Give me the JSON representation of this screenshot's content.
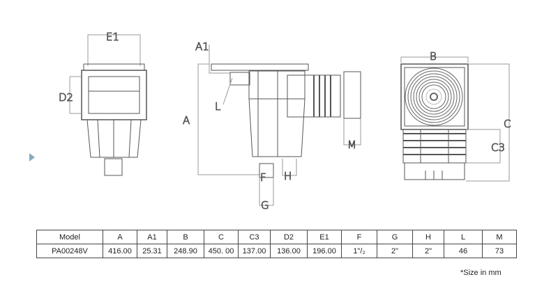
{
  "drawing": {
    "labels": {
      "E1": "E1",
      "D2": "D2",
      "A1": "A1",
      "A": "A",
      "L": "L",
      "F": "F",
      "H": "H",
      "G": "G",
      "M": "M",
      "B": "B",
      "C": "C",
      "C3": "C3"
    }
  },
  "table": {
    "headers": [
      "Model",
      "A",
      "A1",
      "B",
      "C",
      "C3",
      "D2",
      "E1",
      "F",
      "G",
      "H",
      "L",
      "M"
    ],
    "rows": [
      [
        "PA00248V",
        "416.00",
        "25.31",
        "248.90",
        "450. 00",
        "137.00",
        "136.00",
        "196.00",
        "1\"/₂",
        "2\"",
        "2\"",
        "46",
        "73"
      ]
    ]
  },
  "note": "*Size in mm"
}
